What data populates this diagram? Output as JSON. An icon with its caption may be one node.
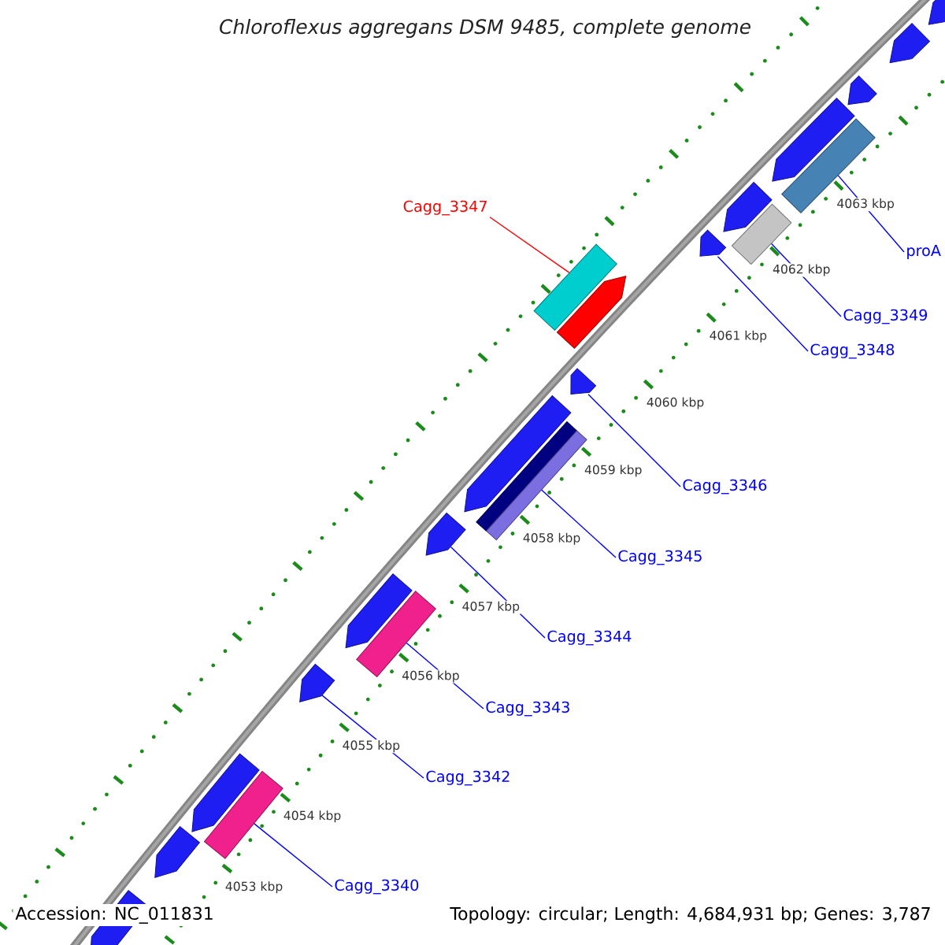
{
  "diagram": {
    "title": "Chloroflexus aggregans DSM 9485, complete genome",
    "nodes": [
      {
        "text": [
          "Cagg_3347"
        ]
      },
      {
        "text": [
          "proA"
        ]
      },
      {
        "text": [
          "Cagg_3349"
        ]
      },
      {
        "text": [
          "Cagg_3348"
        ]
      },
      {
        "text": [
          "Cagg_3346"
        ]
      },
      {
        "text": [
          "Cagg_3345"
        ]
      },
      {
        "text": [
          "Cagg_3344"
        ]
      },
      {
        "text": [
          "Cagg_3343"
        ]
      },
      {
        "text": [
          "Cagg_3342"
        ]
      },
      {
        "text": [
          "Cagg_3340"
        ]
      },
      {
        "text": [],
        "shape": "pentagon"
      },
      {
        "text": [],
        "shape": "pentagon"
      },
      {
        "text": [],
        "shape": "pentagon"
      },
      {
        "text": [],
        "shape": "pentagon"
      },
      {
        "text": [],
        "shape": "bar"
      },
      {
        "text": [],
        "shape": "pentagon"
      },
      {
        "text": [],
        "shape": "bar"
      },
      {
        "text": [],
        "shape": "pentagon"
      },
      {
        "text": [],
        "shape": "bar"
      },
      {
        "text": [],
        "shape": "pentagon"
      },
      {
        "text": [],
        "shape": "pentagon"
      },
      {
        "text": [],
        "shape": "pentagon"
      },
      {
        "text": [],
        "shape": "bar"
      },
      {
        "text": [],
        "shape": "pentagon"
      },
      {
        "text": [],
        "shape": "pentagon"
      },
      {
        "text": [],
        "shape": "bar"
      },
      {
        "text": [],
        "shape": "pentagon"
      },
      {
        "text": [],
        "shape": "pentagon"
      },
      {
        "text": [],
        "shape": "bar"
      },
      {
        "text": [],
        "shape": "pentagon"
      },
      {
        "text": [],
        "shape": "pentagon"
      }
    ],
    "edges": [
      {
        "from": 0,
        "to": 18,
        "arrow": "none",
        "color": "#ff0000"
      },
      {
        "from": 1,
        "to": 14,
        "arrow": "none"
      },
      {
        "from": 2,
        "to": 16,
        "arrow": "none"
      },
      {
        "from": 3,
        "to": 17,
        "arrow": "none"
      },
      {
        "from": 4,
        "to": 20,
        "arrow": "none"
      },
      {
        "from": 5,
        "to": 22,
        "arrow": "none"
      },
      {
        "from": 6,
        "to": 23,
        "arrow": "none"
      },
      {
        "from": 7,
        "to": 25,
        "arrow": "none"
      },
      {
        "from": 8,
        "to": 26,
        "arrow": "none"
      },
      {
        "from": 9,
        "to": 28,
        "arrow": "none"
      }
    ],
    "labels": [
      "4053 kbp",
      "4054 kbp",
      "4055 kbp",
      "4056 kbp",
      "4057 kbp",
      "4058 kbp",
      "4059 kbp",
      "4060 kbp",
      "4061 kbp",
      "4062 kbp",
      "4063 kbp",
      "Accession: NC_011831",
      "Topology: circular; Length: 4,684,931 bp; Genes: 3,787"
    ]
  }
}
